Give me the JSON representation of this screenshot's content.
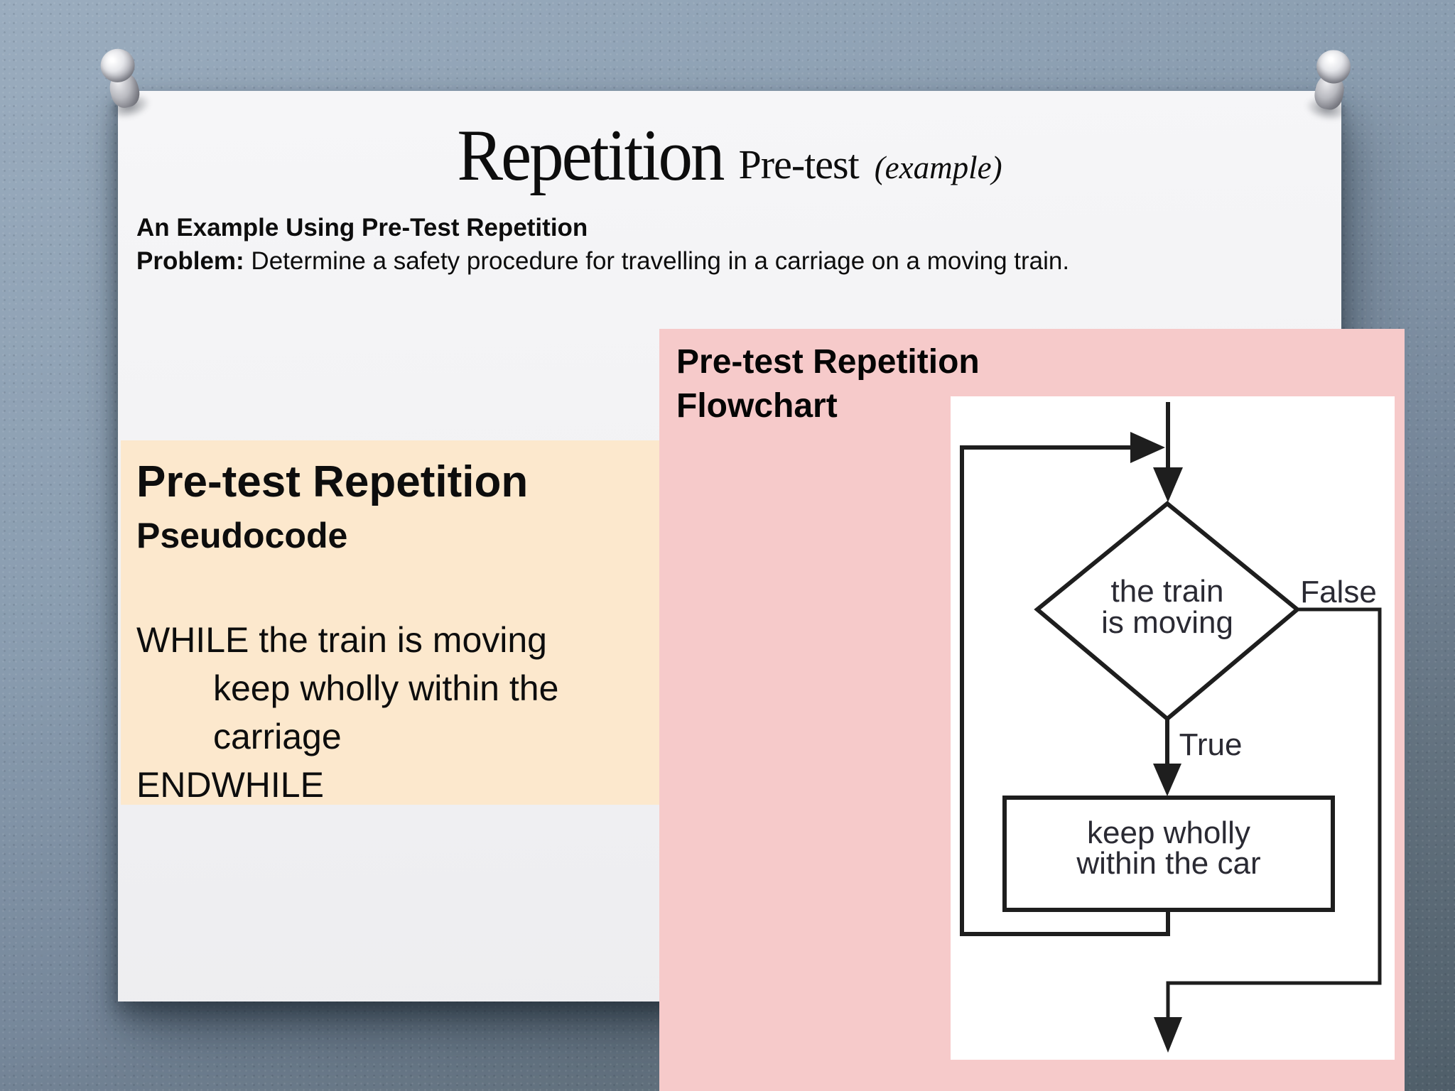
{
  "slide": {
    "title": {
      "main": "Repetition",
      "sub": "Pre-test",
      "note": "(example)"
    },
    "intro": {
      "line1": "An Example Using Pre-Test Repetition",
      "problem_label": "Problem:",
      "problem_text": " Determine a safety procedure for travelling in a carriage on a moving train."
    }
  },
  "pseudocode_panel": {
    "heading": "Pre-test Repetition",
    "subheading": "Pseudocode",
    "lines": [
      "WHILE the train is moving",
      "keep wholly within the",
      "carriage",
      "ENDWHILE"
    ]
  },
  "flowchart_panel": {
    "heading_line1": "Pre-test Repetition",
    "heading_line2": "Flowchart",
    "decision": {
      "line1": "the train",
      "line2": "is moving"
    },
    "process": {
      "line1": "keep wholly",
      "line2": "within the car"
    },
    "labels": {
      "true_branch": "True",
      "false_branch": "False"
    }
  },
  "colors": {
    "wall_top": "#9aacbe",
    "wall_bottom": "#4f5e69",
    "paper": "#f2f2f4",
    "pseudo_bg": "#fce8cd",
    "pink_bg": "#f6caca",
    "flow_bg": "#ffffff",
    "ink": "#0d0d0d",
    "line": "#1e1e1e"
  }
}
